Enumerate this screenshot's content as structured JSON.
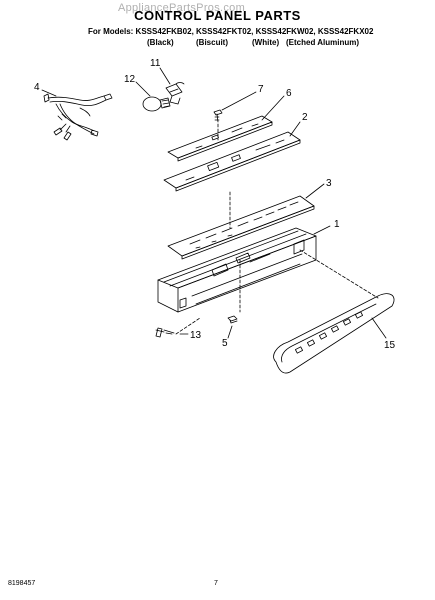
{
  "watermark": "AppliancePartsPros.com",
  "header": {
    "title": "CONTROL PANEL PARTS",
    "models_line": "For Models: KSSS42FKB02, KSSS42FKT02, KSSS42FKW02, KSSS42FKX02",
    "color_labels": [
      "(Black)",
      "(Biscuit)",
      "(White)",
      "(Etched Aluminum)"
    ]
  },
  "parts": {
    "p1": "1",
    "p2": "2",
    "p3": "3",
    "p4": "4",
    "p5": "5",
    "p6": "6",
    "p7": "7",
    "p11": "11",
    "p12": "12",
    "p13": "13",
    "p15": "15"
  },
  "footer": {
    "doc_number": "8198457",
    "page_number": "7"
  }
}
